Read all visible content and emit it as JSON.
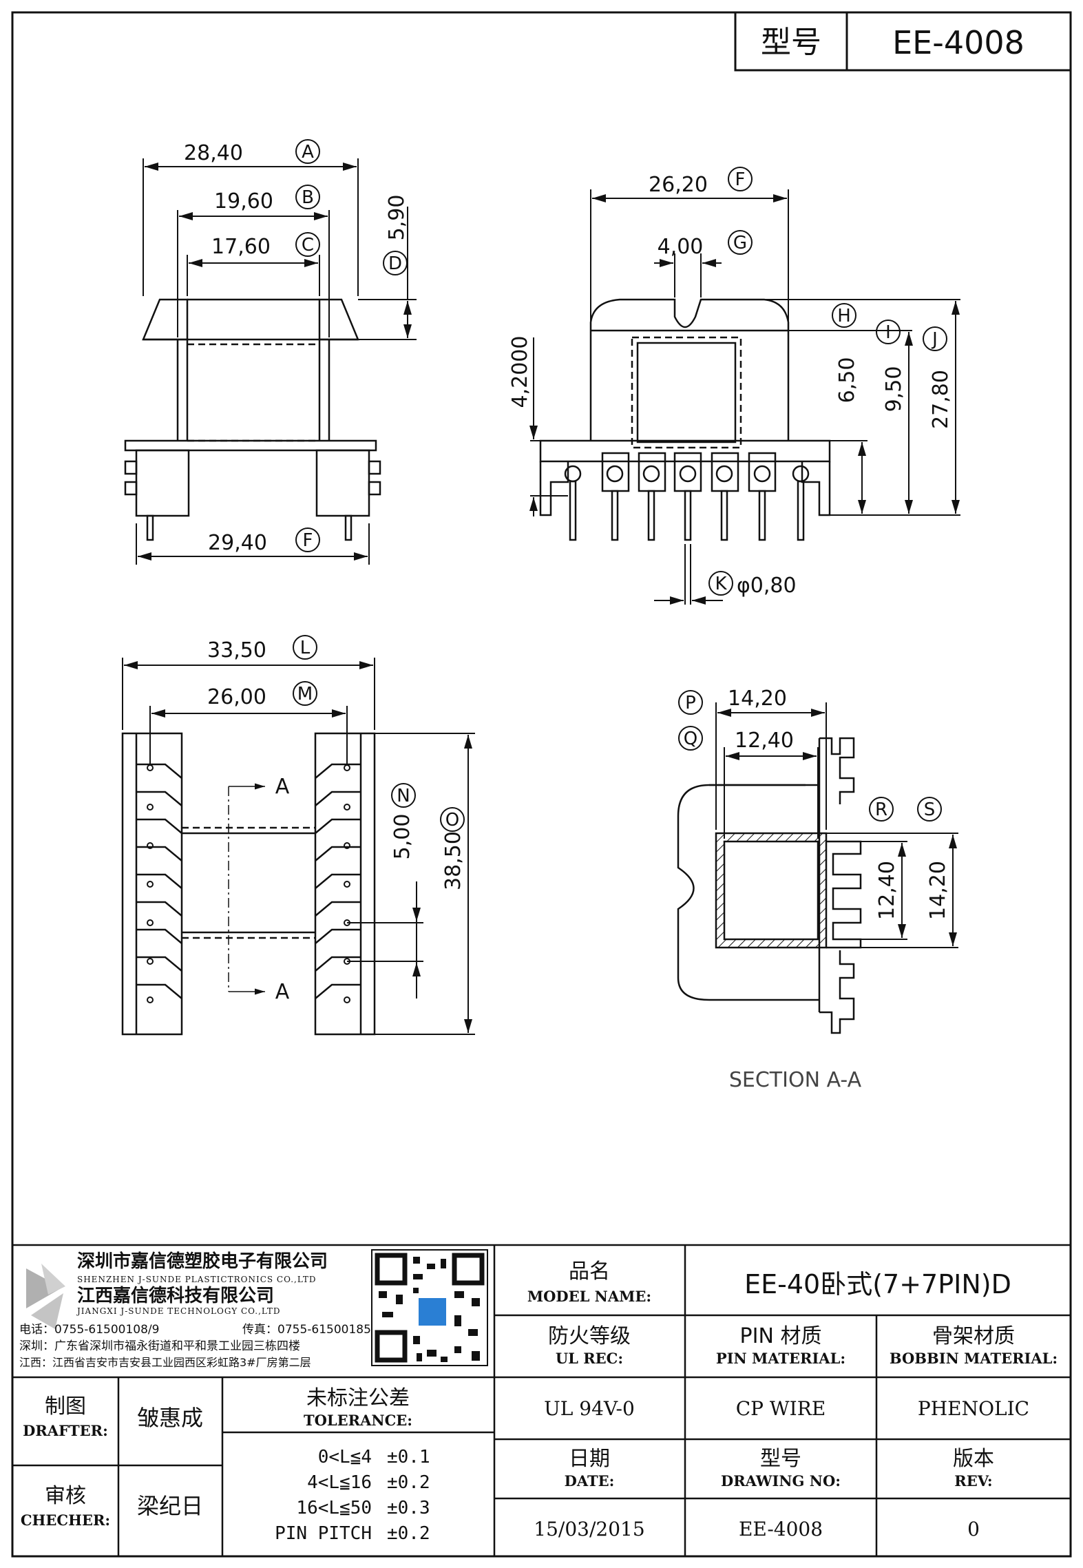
{
  "header": {
    "model_label": "型号",
    "model_value": "EE-4008"
  },
  "views": {
    "front": {
      "A": {
        "label": "A",
        "value": "28,40"
      },
      "B": {
        "label": "B",
        "value": "19,60"
      },
      "C": {
        "label": "C",
        "value": "17,60"
      },
      "D": {
        "label": "D",
        "value": "5,90"
      },
      "E": {
        "label": "F",
        "value": "29,40"
      }
    },
    "side": {
      "F": {
        "label": "F",
        "value": "26,20"
      },
      "G": {
        "label": "G",
        "value": "4,00"
      },
      "H": {
        "label": "H",
        "value": "4,2000"
      },
      "I": {
        "label": "I",
        "value": "6,50"
      },
      "I2": {
        "value": "9,50"
      },
      "J": {
        "label": "J",
        "value": "27,80"
      },
      "K": {
        "label": "K",
        "value": "φ0,80"
      }
    },
    "top": {
      "L": {
        "label": "L",
        "value": "33,50"
      },
      "M": {
        "label": "M",
        "value": "26,00"
      },
      "N": {
        "label": "N",
        "value": "5,00"
      },
      "O": {
        "label": "O",
        "value": "38,50"
      },
      "section_mark": "A"
    },
    "section": {
      "P": {
        "label": "P",
        "value": "14,20"
      },
      "Q": {
        "label": "Q",
        "value": "12,40"
      },
      "R": {
        "label": "R",
        "value": "12,40"
      },
      "S": {
        "label": "S",
        "value": "14,20"
      },
      "caption": "SECTION A-A"
    }
  },
  "title_block": {
    "company_cn_1": "深圳市嘉信德塑胶电子有限公司",
    "company_en_1": "SHENZHEN J-SUNDE PLASTICTRONICS CO.,LTD",
    "company_cn_2": "江西嘉信德科技有限公司",
    "company_en_2": "JIANGXI J-SUNDE TECHNOLOGY CO.,LTD",
    "tel": "电话：0755-61500108/9",
    "fax": "传真：0755-61500185",
    "addr_sz": "深圳：广东省深圳市福永街道和平和景工业园三栋四楼",
    "addr_jx": "江西：江西省吉安市吉安县工业园西区彩虹路3#厂房第二层",
    "model_name_cn": "品名",
    "model_name_en": "MODEL NAME:",
    "model_name_value": "EE-40卧式(7+7PIN)D",
    "ul_cn": "防火等级",
    "ul_en": "UL REC:",
    "pin_cn": "PIN 材质",
    "pin_en": "PIN MATERIAL:",
    "bobbin_cn": "骨架材质",
    "bobbin_en": "BOBBIN MATERIAL:",
    "ul_value": "UL 94V-0",
    "pin_value": "CP WIRE",
    "bobbin_value": "PHENOLIC",
    "drafter_cn": "制图",
    "drafter_en": "DRAFTER:",
    "drafter_name": "皱惠成",
    "checker_cn": "审核",
    "checker_en": "CHECHER:",
    "checker_name": "梁纪日",
    "tolerance_cn": "未标注公差",
    "tolerance_en": "TOLERANCE:",
    "tolerances": [
      {
        "range": "0<L≦4",
        "value": "±0.1"
      },
      {
        "range": "4<L≦16",
        "value": "±0.2"
      },
      {
        "range": "16<L≦50",
        "value": "±0.3"
      },
      {
        "range": "PIN PITCH",
        "value": "±0.2"
      }
    ],
    "date_cn": "日期",
    "date_en": "DATE:",
    "drawing_cn": "型号",
    "drawing_en": "DRAWING NO:",
    "rev_cn": "版本",
    "rev_en": "REV:",
    "date_value": "15/03/2015",
    "drawing_value": "EE-4008",
    "rev_value": "0"
  }
}
